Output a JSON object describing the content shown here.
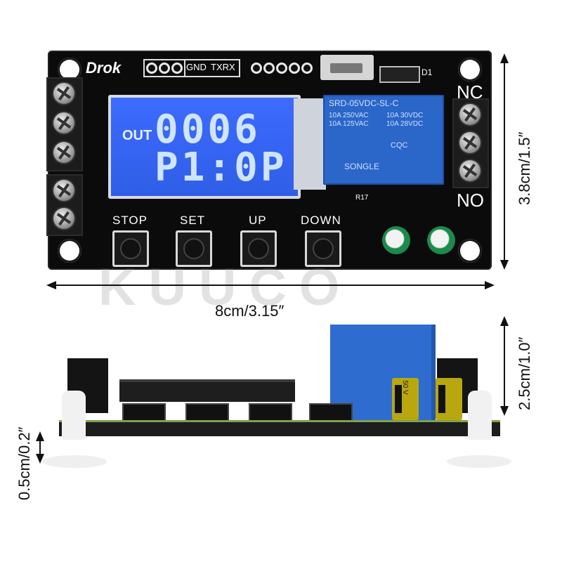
{
  "board": {
    "brand": "Drok",
    "header_labels": [
      "GND",
      "TXRX"
    ],
    "d1_label": "D1",
    "r17_label": "R17",
    "nc_label": "NC",
    "no_label": "NO"
  },
  "lcd": {
    "out_label": "OUT",
    "line1": "0006",
    "line2": "P1:0P"
  },
  "relay": {
    "model": "SRD-05VDC-SL-C",
    "rating_lines": [
      "10A 250VAC",
      "10A 125VAC",
      "10A 30VDC",
      "10A 28VDC"
    ],
    "brand": "SONGLE",
    "cert": "CQC"
  },
  "buttons": [
    "STOP",
    "SET",
    "UP",
    "DOWN"
  ],
  "dimensions": {
    "width": "8cm/3.15″",
    "height": "3.8cm/1.5″",
    "side_height": "2.5cm/1.0″",
    "standoff_height": "0.5cm/0.2″"
  },
  "watermark": "KUUCO",
  "side_view": {
    "cap_label": "50 V"
  },
  "colors": {
    "lcd_background": "#3c6bff",
    "relay_body": "#2b66c9",
    "pcb": "#0b0b0c",
    "capacitor_green": "#1c8a4a",
    "capacitor_yellow": "#b8a70e"
  }
}
